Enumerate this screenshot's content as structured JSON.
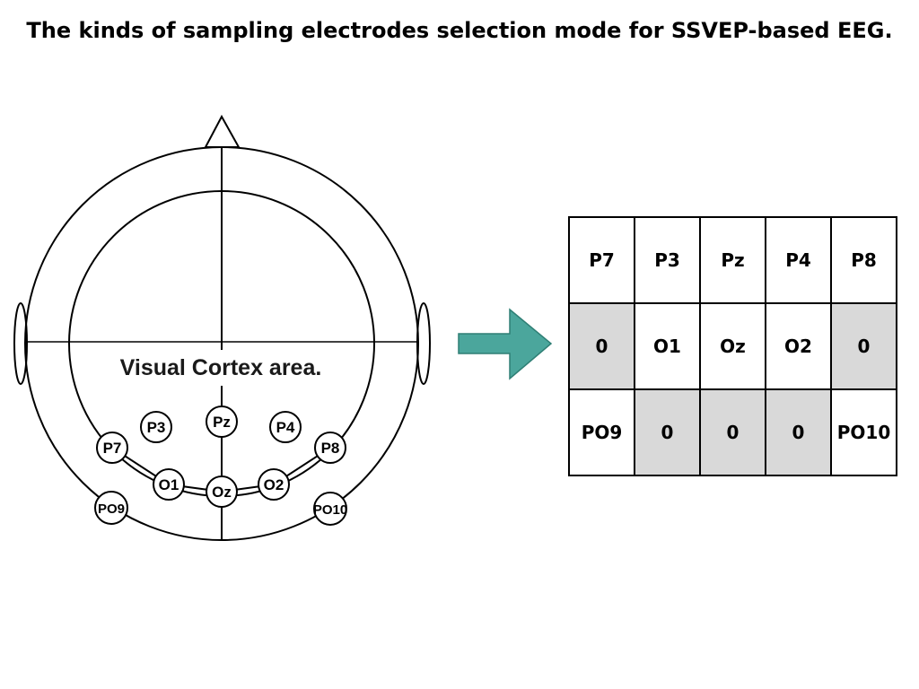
{
  "title": "The kinds of sampling electrodes selection mode for SSVEP-based EEG.",
  "head_diagram": {
    "area_label": "Visual Cortex area.",
    "electrodes": [
      "P3",
      "Pz",
      "P4",
      "P7",
      "P8",
      "O1",
      "Oz",
      "O2",
      "PO9",
      "PO10"
    ]
  },
  "arrow": {
    "color": "#4ba69c"
  },
  "electrode_grid": {
    "rows": [
      [
        "P7",
        "P3",
        "Pz",
        "P4",
        "P8"
      ],
      [
        "0",
        "O1",
        "Oz",
        "O2",
        "0"
      ],
      [
        "PO9",
        "0",
        "0",
        "0",
        "PO10"
      ]
    ],
    "empty_cell_color": "#d9d9d9"
  }
}
